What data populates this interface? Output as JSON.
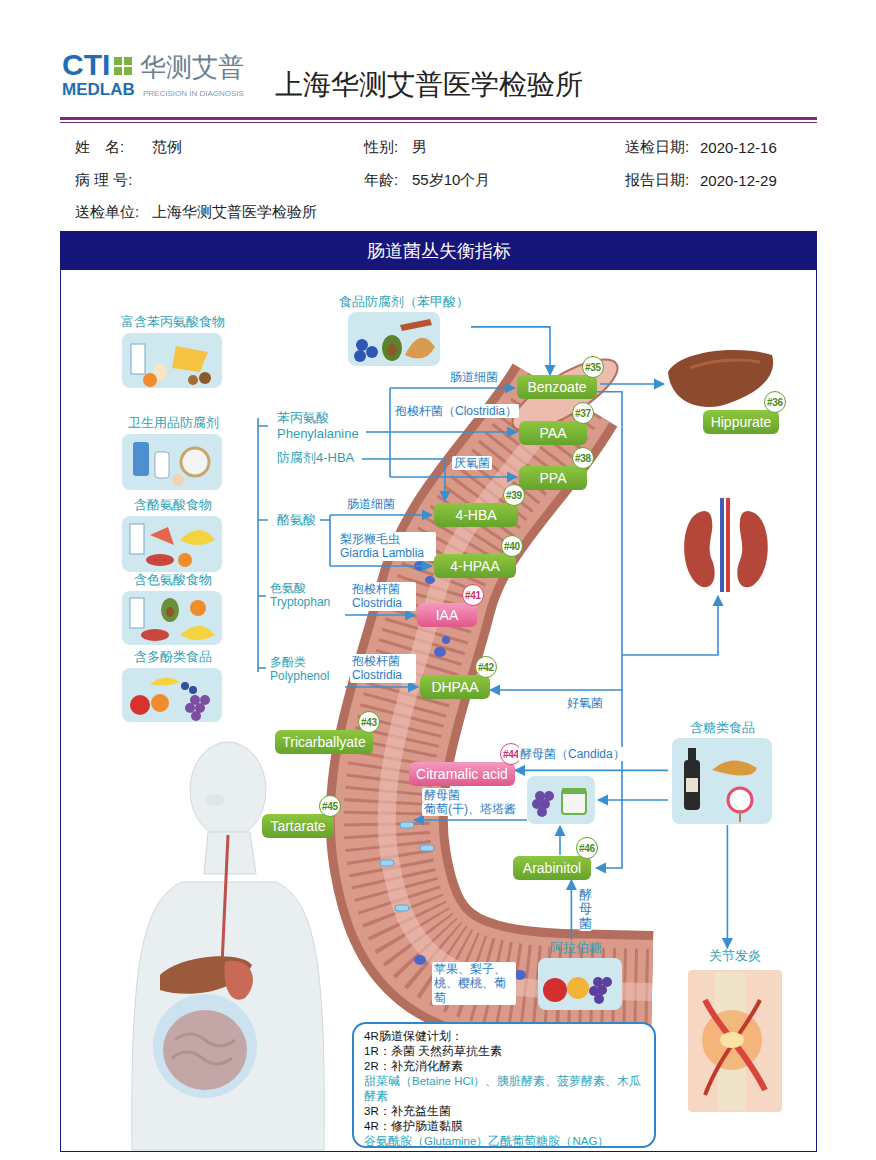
{
  "diagram": {
    "title": "肠道菌丛失衡指标",
    "nodes": [
      {
        "text": [
          "富含苯丙氨酸食物"
        ]
      },
      {
        "text": [
          "食品防腐剂（苯甲酸）"
        ]
      },
      {
        "text": [
          "Benzoate",
          "#35"
        ]
      },
      {
        "text": [
          "Hippurate",
          "#36"
        ]
      },
      {
        "text": [
          "卫生用品防腐剂"
        ]
      },
      {
        "text": [
          "PAA",
          "#37"
        ]
      },
      {
        "text": [
          "PPA",
          "#38"
        ]
      },
      {
        "text": [
          "含酪氨酸食物"
        ]
      },
      {
        "text": [
          "4-HBA",
          "#39"
        ]
      },
      {
        "text": [
          "4-HPAA",
          "#40"
        ]
      },
      {
        "text": [
          "含色氨酸食物"
        ]
      },
      {
        "text": [
          "IAA",
          "#41"
        ]
      },
      {
        "text": [
          "含多酚类食品"
        ]
      },
      {
        "text": [
          "DHPAA",
          "#42"
        ]
      },
      {
        "text": [
          "Tricarballyate",
          "#43"
        ]
      },
      {
        "text": [
          "含糖类食品"
        ]
      },
      {
        "text": [
          "Citramalic acid",
          "#44"
        ]
      },
      {
        "text": [
          "Tartarate",
          "#45"
        ]
      },
      {
        "text": [
          "Arabinitol",
          "#46"
        ]
      },
      {
        "text": [
          "阿拉伯糖"
        ]
      },
      {
        "text": [
          "关节发炎"
        ]
      },
      {
        "text": [
          "4R肠道保健计划：",
          "1R：杀菌 天然药草抗生素",
          "2R：补充消化酵素",
          "甜菜碱（Betaine HCl）、胰脏酵素、菠萝酵素、木瓜酵素",
          "3R：补充益生菌",
          "4R：修护肠道黏膜",
          "谷氨酰胺（Glutamine）乙酰葡萄糖胺（NAG）"
        ]
      }
    ],
    "edges": [
      {
        "from": 1,
        "to": 2,
        "arrow": "to"
      },
      {
        "from": 2,
        "to": 13,
        "label": "好氧菌",
        "arrow": "to"
      },
      {
        "from": 15,
        "to": 16,
        "label": "酵母菌（Candida）",
        "arrow": "to"
      },
      {
        "from": 19,
        "to": 18,
        "label": "酵母菌",
        "arrow": "to"
      },
      {
        "from": 15,
        "to": 20,
        "arrow": "to"
      }
    ],
    "labels": [
      "CTI",
      "华测艾普",
      "MEDLAB",
      "PRECISION IN DIAGNOSIS",
      "上海华测艾普医学检验所",
      "姓　名:",
      "范例",
      "性别:",
      "男",
      "送检日期:",
      "2020-12-16",
      "病 理 号:",
      "年龄:",
      "55岁10个月",
      "报告日期:",
      "2020-12-29",
      "送检单位:",
      "上海华测艾普医学检验所",
      "苯丙氨酸 Phenylalanine",
      "肠道细菌",
      "孢梭杆菌（Clostridia）",
      "厌氧菌",
      "防腐剂4-HBA",
      "酪氨酸",
      "肠道细菌",
      "梨形鞭毛虫 Giardia Lamblia",
      "色氨酸 Tryptophan",
      "孢梭杆菌 Clostridia",
      "多酚类 Polyphenol",
      "孢梭杆菌 Clostridia",
      "酵母菌",
      "葡萄(干)、塔塔酱",
      "苹果、梨子、桃、樱桃、葡萄"
    ]
  }
}
